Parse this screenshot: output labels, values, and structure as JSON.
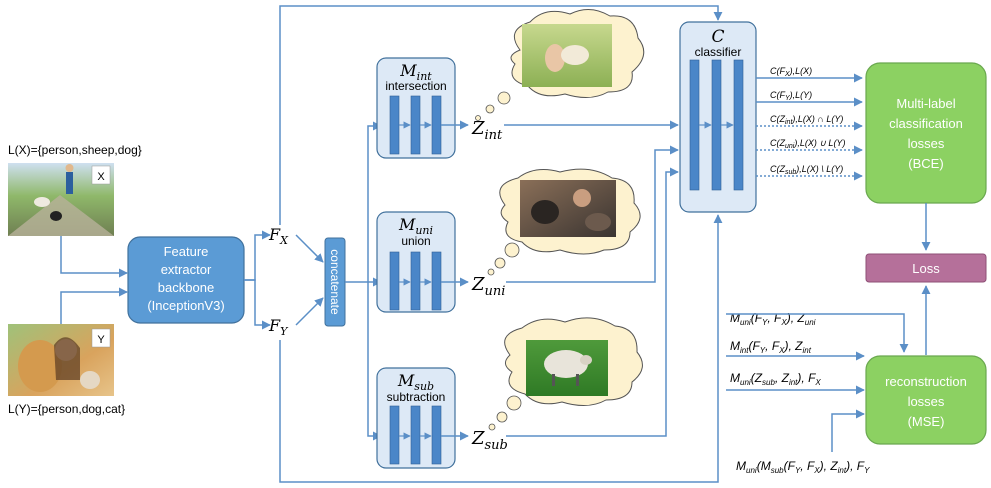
{
  "inputs": {
    "x": {
      "label": "L(X)={person,sheep,dog}",
      "tag": "X"
    },
    "y": {
      "label": "L(Y)={person,dog,cat}",
      "tag": "Y"
    }
  },
  "backbone": {
    "line1": "Feature",
    "line2": "extractor",
    "line3": "backbone",
    "line4": "(InceptionV3)"
  },
  "features": {
    "fx_main": "F",
    "fx_sub": "X",
    "fy_main": "F",
    "fy_sub": "Y"
  },
  "concat_label": "concatenate",
  "modules": {
    "int": {
      "sym_main": "M",
      "sym_sub": "int",
      "label": "intersection",
      "z_main": "Z",
      "z_sub": "int"
    },
    "uni": {
      "sym_main": "M",
      "sym_sub": "uni",
      "label": "union",
      "z_main": "Z",
      "z_sub": "uni"
    },
    "sub": {
      "sym_main": "M",
      "sym_sub": "sub",
      "label": "subtraction",
      "z_main": "Z",
      "z_sub": "sub"
    }
  },
  "classifier": {
    "symbol": "C",
    "label": "classifier"
  },
  "classifier_outputs": [
    {
      "pre": "C(F",
      "sub": "X",
      "post": "),L(X)",
      "dotted": false
    },
    {
      "pre": "C(F",
      "sub": "Y",
      "post": "),L(Y)",
      "dotted": false
    },
    {
      "pre": "C(Z",
      "sub": "int",
      "post": "),L(X) ∩ L(Y)",
      "dotted": true
    },
    {
      "pre": "C(Z",
      "sub": "uni",
      "post": "),L(X) ∪ L(Y)",
      "dotted": true
    },
    {
      "pre": "C(Z",
      "sub": "sub",
      "post": "),L(X) \\ L(Y)",
      "dotted": true
    }
  ],
  "bce_box": {
    "line1": "Multi-label",
    "line2": "classification",
    "line3": "losses",
    "line4": "(BCE)"
  },
  "loss_label": "Loss",
  "mse_box": {
    "line1": "reconstruction",
    "line2": "losses",
    "line3": "(MSE)"
  },
  "recon_inputs": [
    {
      "parts": [
        [
          "M",
          "uni",
          "("
        ],
        [
          "F",
          "Y",
          ", "
        ],
        [
          "F",
          "X",
          "), "
        ],
        [
          "Z",
          "uni",
          ""
        ]
      ]
    },
    {
      "parts": [
        [
          "M",
          "int",
          "("
        ],
        [
          "F",
          "Y",
          ", "
        ],
        [
          "F",
          "X",
          "), "
        ],
        [
          "Z",
          "int",
          ""
        ]
      ]
    },
    {
      "parts": [
        [
          "M",
          "uni",
          "("
        ],
        [
          "Z",
          "sub",
          ", "
        ],
        [
          "Z",
          "int",
          "), "
        ],
        [
          "F",
          "X",
          ""
        ]
      ]
    },
    {
      "parts": [
        [
          "M",
          "uni",
          "("
        ],
        [
          "M",
          "sub",
          "("
        ],
        [
          "F",
          "Y",
          ", "
        ],
        [
          "F",
          "X",
          "), "
        ],
        [
          "Z",
          "int",
          "), "
        ],
        [
          "F",
          "Y",
          ""
        ]
      ]
    }
  ],
  "colors": {
    "arrow": "#5b8fc7",
    "backbone_fill": "#5b9bd5",
    "module_fill": "#dde9f6",
    "bar_fill": "#4a86c8",
    "green": "#8cd162",
    "loss_fill": "#b5709a",
    "cloud": "#fdf2cf"
  }
}
